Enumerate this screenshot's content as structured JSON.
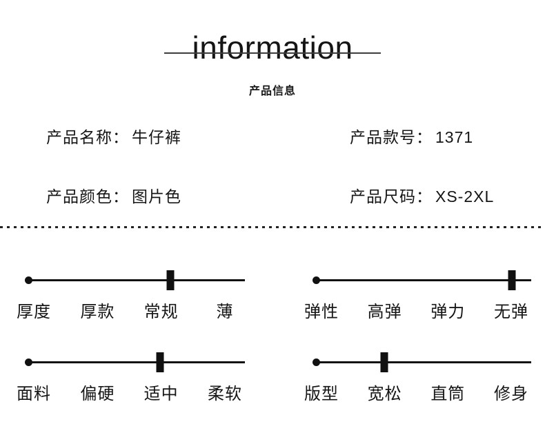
{
  "header": {
    "title": "information",
    "subtitle": "产品信息"
  },
  "product": {
    "fields": [
      {
        "label": "产品名称：",
        "value": "牛仔裤"
      },
      {
        "label": "产品款号：",
        "value": "1371"
      },
      {
        "label": "产品颜色：",
        "value": "图片色"
      },
      {
        "label": "产品尺码：",
        "value": "XS-2XL"
      }
    ]
  },
  "scales": [
    {
      "name": "厚度",
      "options": [
        "厚款",
        "常规",
        "薄"
      ],
      "selected": "常规",
      "marker_pct": 65.6
    },
    {
      "name": "弹性",
      "options": [
        "高弹",
        "弹力",
        "无弹"
      ],
      "selected": "无弹",
      "marker_pct": 91.0
    },
    {
      "name": "面料",
      "options": [
        "偏硬",
        "适中",
        "柔软"
      ],
      "selected": "适中",
      "marker_pct": 60.8
    },
    {
      "name": "版型",
      "options": [
        "宽松",
        "直筒",
        "修身"
      ],
      "selected": "宽松",
      "marker_pct": 31.7
    }
  ],
  "colors": {
    "ink": "#111111",
    "strike_line": "#3c3c3c"
  }
}
